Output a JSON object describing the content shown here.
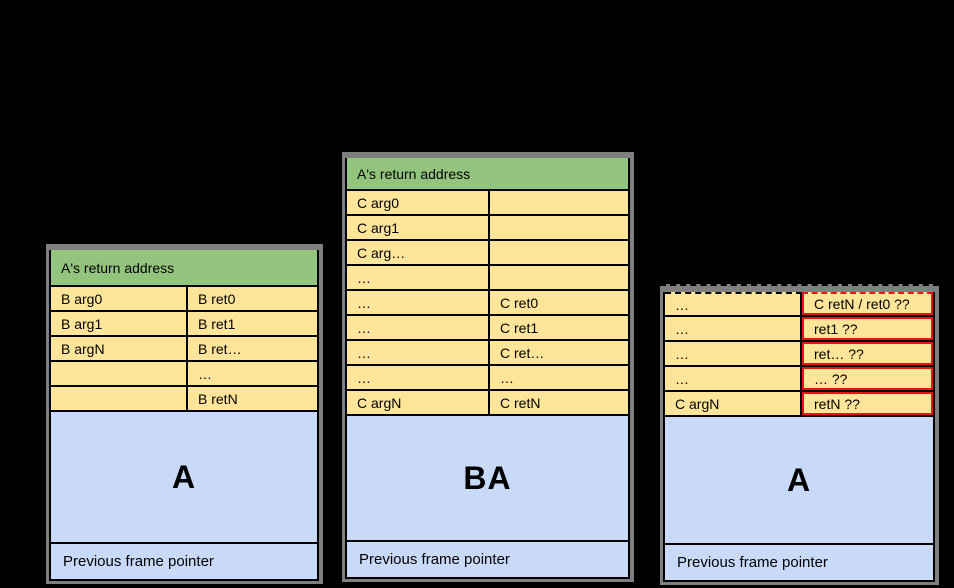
{
  "colors": {
    "background": "#000000",
    "header_green": "#93c47d",
    "cell_yellow": "#ffe599",
    "frame_blue": "#c9daf8",
    "table_border_gray": "#7f7f7f",
    "line_black": "#000000",
    "highlight_red": "#e81313"
  },
  "frames": [
    {
      "header": "A's return address",
      "rows": [
        [
          "B arg0",
          "B ret0"
        ],
        [
          "B arg1",
          "B ret1"
        ],
        [
          "B argN",
          "B ret…"
        ],
        [
          "",
          "…"
        ],
        [
          "",
          "B retN"
        ]
      ],
      "body_label": "A",
      "footer": "Previous frame pointer",
      "right_col_highlight": false
    },
    {
      "header": "A's return address",
      "rows": [
        [
          "C arg0",
          ""
        ],
        [
          "C arg1",
          ""
        ],
        [
          "C arg…",
          ""
        ],
        [
          "…",
          ""
        ],
        [
          "…",
          "C ret0"
        ],
        [
          "…",
          "C ret1"
        ],
        [
          "…",
          "C ret…"
        ],
        [
          "…",
          "…"
        ],
        [
          "C argN",
          "C retN"
        ]
      ],
      "body_label": "BA",
      "footer": "Previous frame pointer",
      "right_col_highlight": false
    },
    {
      "header": "",
      "rows": [
        [
          "…",
          "C retN / ret0 ??"
        ],
        [
          "…",
          "ret1 ??"
        ],
        [
          "…",
          "ret… ??"
        ],
        [
          "…",
          "… ??"
        ],
        [
          "C argN",
          "retN ??"
        ]
      ],
      "body_label": "A",
      "footer": "Previous frame pointer",
      "right_col_highlight": true
    }
  ]
}
